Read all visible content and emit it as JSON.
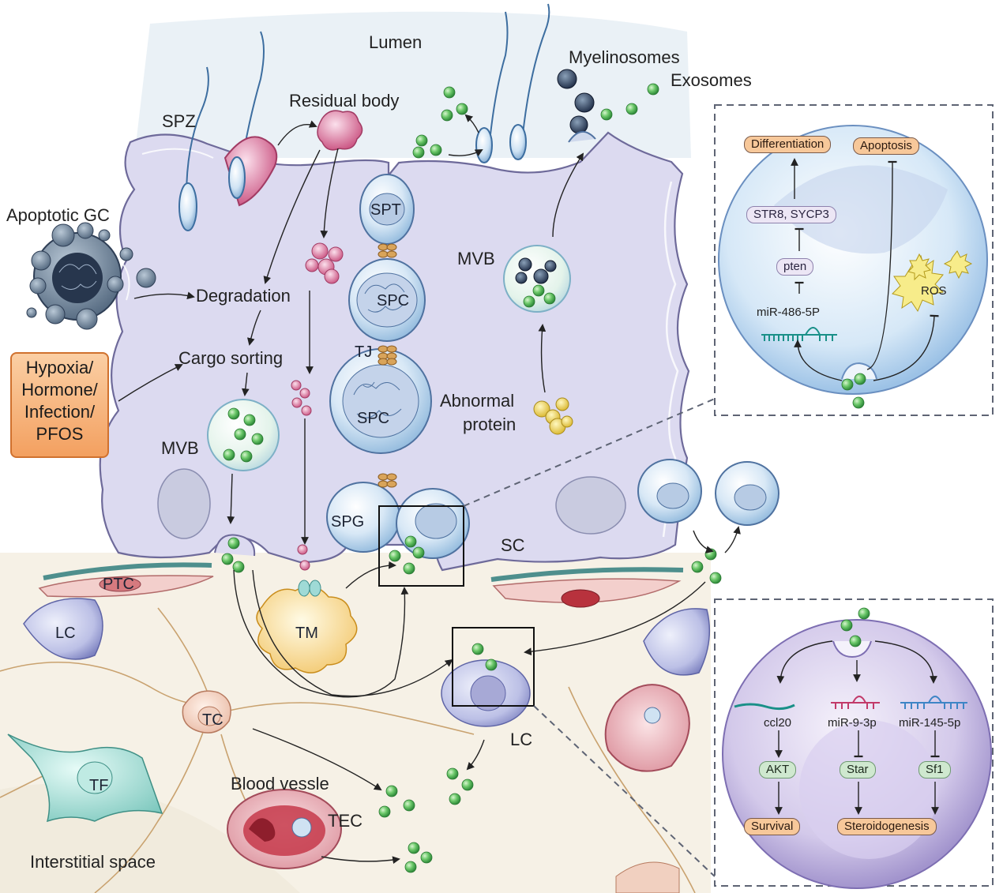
{
  "labels": {
    "lumen": "Lumen",
    "myelinosomes": "Myelinosomes",
    "exosomes": "Exosomes",
    "spz": "SPZ",
    "residual_body": "Residual body",
    "apoptotic_gc": "Apoptotic GC",
    "degradation": "Degradation",
    "cargo_sorting": "Cargo sorting",
    "mvb_left": "MVB",
    "mvb_right": "MVB",
    "spt": "SPT",
    "spc_upper": "SPC",
    "spc_lower": "SPC",
    "spg": "SPG",
    "tj": "TJ",
    "abnormal_protein": [
      "Abnormal",
      "protein"
    ],
    "sc": "SC",
    "ptc": "PTC",
    "lc_left": "LC",
    "lc_center": "LC",
    "tm": "TM",
    "tc": "TC",
    "tf": "TF",
    "blood_vessle": "Blood vessle",
    "tec": "TEC",
    "interstitial_space": "Interstitial space"
  },
  "stress_box": {
    "lines": [
      "Hypoxia/",
      "Hormone/",
      "Infection/",
      "PFOS"
    ]
  },
  "top_inset": {
    "differentiation": "Differentiation",
    "apoptosis": "Apoptosis",
    "str8_sycp3": "STR8, SYCP3",
    "pten": "pten",
    "mir": "miR-486-5P",
    "ros": "ROS"
  },
  "bottom_inset": {
    "ccl20": "ccl20",
    "mir93p": "miR-9-3p",
    "mir1455p": "miR-145-5p",
    "akt": "AKT",
    "star": "Star",
    "sf1": "Sf1",
    "survival": "Survival",
    "steroidogenesis": "Steroidogenesis"
  },
  "colors": {
    "sertoli_fill": "#dcdaf0",
    "lumen_fill": "#e3eef3",
    "interstitium_fill": "#f6f1e6",
    "exosome_green": "#5cbf5c",
    "stress_orange": "#f3a060"
  }
}
